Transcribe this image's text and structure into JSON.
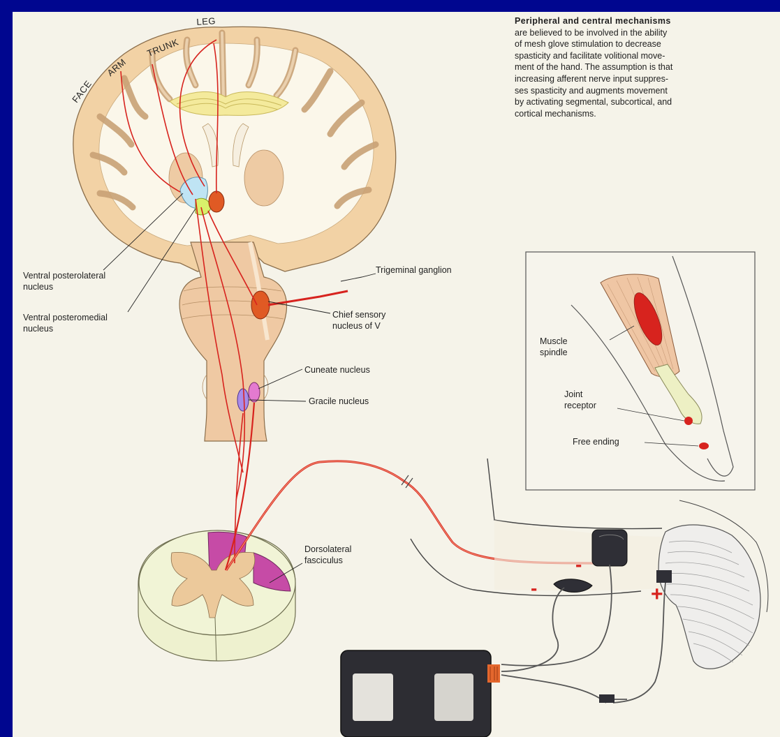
{
  "caption": {
    "title": "Peripheral and central mechanisms",
    "lines": [
      "are believed to be involved in the ability",
      "of mesh glove stimulation to decrease",
      "spasticity and facilitate volitional move-",
      "ment of the hand. The assumption is that",
      "increasing afferent nerve input suppres-",
      "ses spasticity and augments movement",
      "by activating segmental, subcortical, and",
      "cortical mechanisms."
    ]
  },
  "homunculus": {
    "face": "FACE",
    "arm": "ARM",
    "trunk": "TRUNK",
    "leg": "LEG"
  },
  "labels": {
    "vpl_line1": "Ventral posterolateral",
    "vpl_line2": "nucleus",
    "vpm_line1": "Ventral posteromedial",
    "vpm_line2": "nucleus",
    "trigeminal": "Trigeminal ganglion",
    "chief_line1": "Chief sensory",
    "chief_line2": "nucleus of V",
    "cuneate": "Cuneate nucleus",
    "gracile": "Gracile nucleus",
    "dorsolateral_line1": "Dorsolateral",
    "dorsolateral_line2": "fasciculus"
  },
  "inset": {
    "muscle_line1": "Muscle",
    "muscle_line2": "spindle",
    "joint_line1": "Joint",
    "joint_line2": "receptor",
    "free": "Free ending"
  },
  "electrodes": {
    "minus_1": "-",
    "minus_2": "-",
    "plus": "+"
  },
  "colors": {
    "frame": "#00068f",
    "paper": "#f5f3e9",
    "nerve": "#d7231e",
    "cortex": "#f2d2a5",
    "white_matter": "#fbf7ea",
    "brainstem": "#efc9a3",
    "cuneate": "#e47ad0",
    "gracile": "#a98be8",
    "thalamus_blue": "#bfe4f4",
    "thalamus_green": "#d9f06b",
    "dorsal_horn": "#c64ba6",
    "stimulator": "#2d2d33"
  }
}
